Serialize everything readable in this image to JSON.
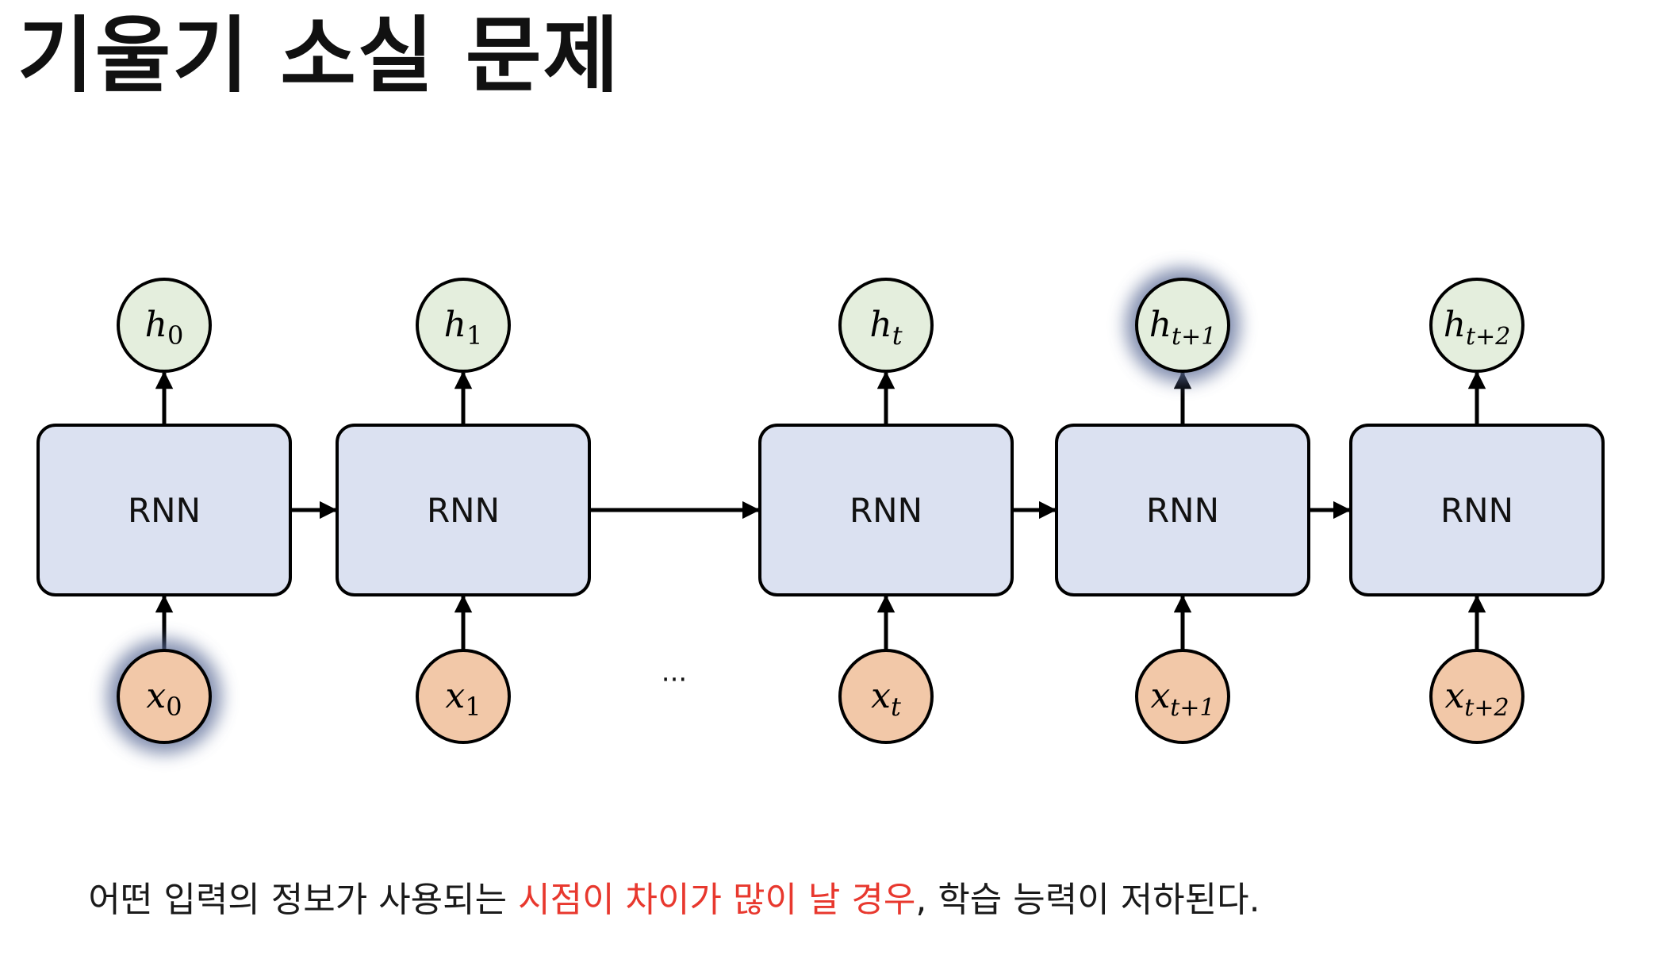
{
  "title": "기울기 소실 문제",
  "caption": {
    "before": "어떤 입력의 정보가 사용되는 ",
    "highlight": "시점이 차이가 많이 날 경우",
    "after": ", 학습 능력이 저하된다."
  },
  "colors": {
    "rnn_fill": "#dbe1f1",
    "hidden_fill": "#e4eedd",
    "input_fill": "#f2c8a8",
    "highlight_text": "#e8382e",
    "glow": "#5a6a96"
  },
  "ellipsis": "···",
  "cells": [
    {
      "rnn_label": "RNN",
      "h_base": "h",
      "h_sub": "0",
      "x_base": "x",
      "x_sub": "0",
      "h_glow": false,
      "x_glow": true
    },
    {
      "rnn_label": "RNN",
      "h_base": "h",
      "h_sub": "1",
      "x_base": "x",
      "x_sub": "1",
      "h_glow": false,
      "x_glow": false
    },
    {
      "rnn_label": "RNN",
      "h_base": "h",
      "h_sub": "t",
      "x_base": "x",
      "x_sub": "t",
      "h_glow": false,
      "x_glow": false
    },
    {
      "rnn_label": "RNN",
      "h_base": "h",
      "h_sub": "t+1",
      "x_base": "x",
      "x_sub": "t+1",
      "h_glow": true,
      "x_glow": false
    },
    {
      "rnn_label": "RNN",
      "h_base": "h",
      "h_sub": "t+2",
      "x_base": "x",
      "x_sub": "t+2",
      "h_glow": false,
      "x_glow": false
    }
  ]
}
